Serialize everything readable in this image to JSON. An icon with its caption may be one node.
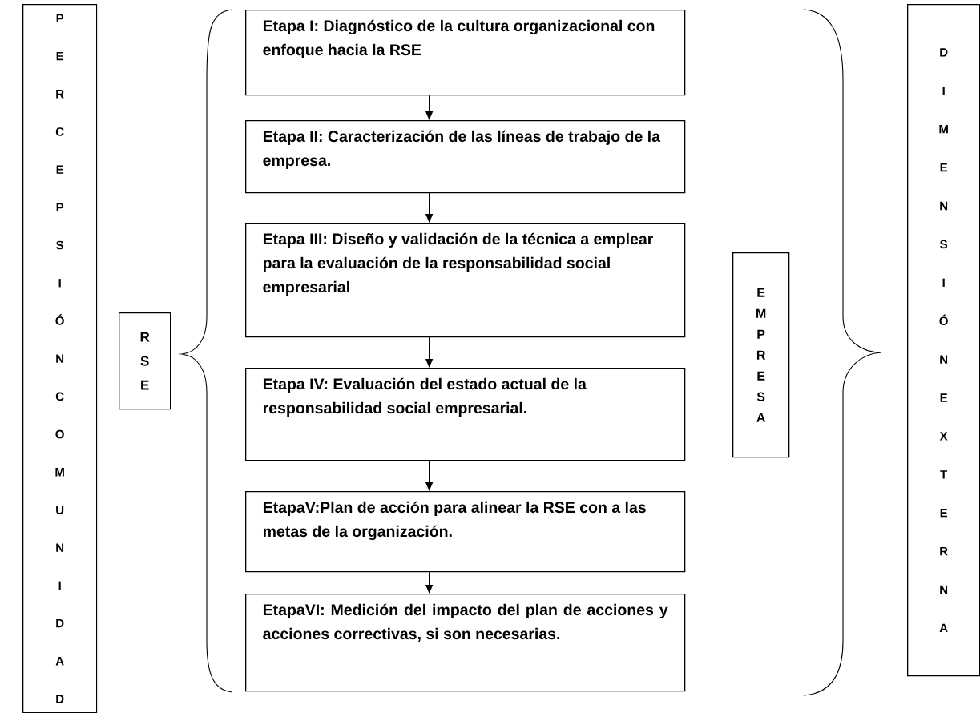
{
  "diagram": {
    "nodes": [
      {
        "text": [
          "P E R C E P S I Ó N C O M U N I D A D"
        ]
      },
      {
        "text": [
          "R S E"
        ]
      },
      {
        "text": [
          "Etapa I: Diagnóstico de la cultura organizacional con enfoque hacia la RSE"
        ]
      },
      {
        "text": [
          "Etapa II: Caracterización de las líneas de trabajo de la empresa."
        ]
      },
      {
        "text": [
          "Etapa III: Diseño y validación de la técnica a emplear para la evaluación de la responsabilidad social empresarial"
        ]
      },
      {
        "text": [
          "Etapa IV: Evaluación del estado actual de la responsabilidad social empresarial."
        ]
      },
      {
        "text": [
          "EtapaV:Plan de acción para alinear la RSE con a las metas de la organización."
        ]
      },
      {
        "text": [
          "EtapaVI: Medición del impacto del plan de acciones y acciones correctivas, si son necesarias."
        ]
      },
      {
        "text": [
          "E M P R E S A"
        ]
      },
      {
        "text": [
          "D I M E N S I Ó N E X T E R N A"
        ]
      }
    ],
    "edges": [
      {
        "from": 2,
        "to": 3,
        "arrow": "to"
      },
      {
        "from": 3,
        "to": 4,
        "arrow": "to"
      },
      {
        "from": 4,
        "to": 5,
        "arrow": "to"
      },
      {
        "from": 5,
        "to": 6,
        "arrow": "to"
      },
      {
        "from": 6,
        "to": 7,
        "arrow": "to"
      }
    ]
  }
}
